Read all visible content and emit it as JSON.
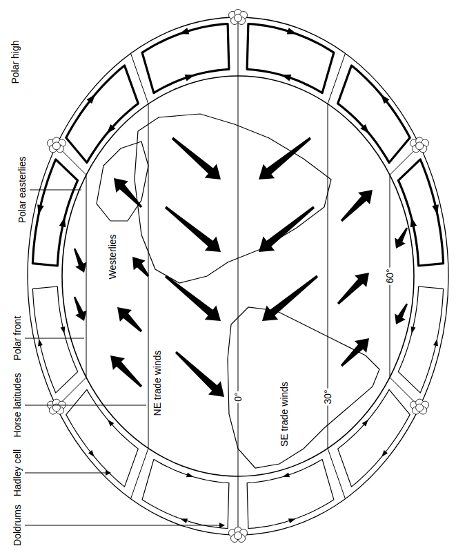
{
  "diagram": {
    "labels": [
      "Polar high",
      "Polar easterlies",
      "Westerlies",
      "Polar front",
      "NE trade winds",
      "Horse latitudes",
      "Hadley cell",
      "Doldrums",
      "0°",
      "SE trade winds",
      "30°",
      "60°"
    ]
  }
}
